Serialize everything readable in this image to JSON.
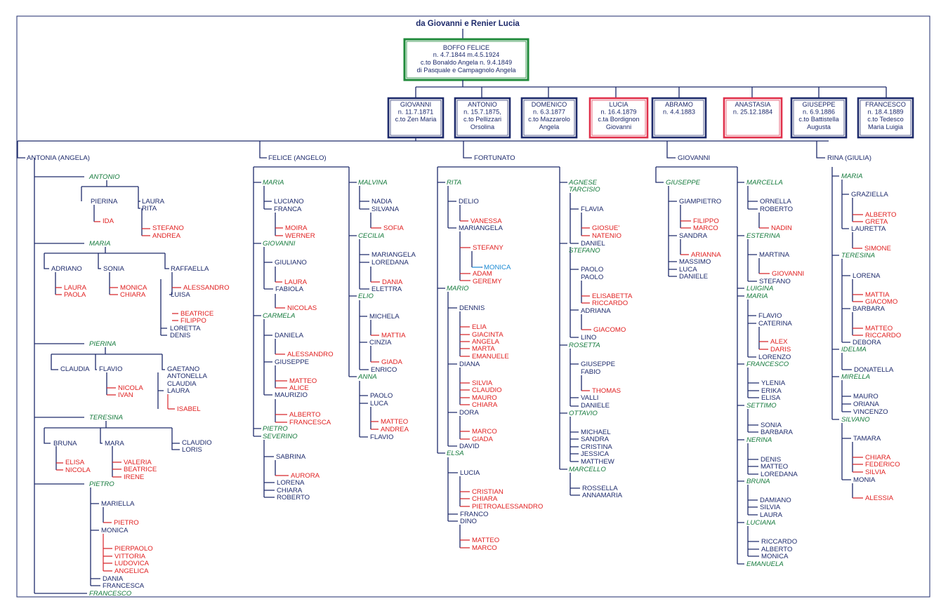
{
  "header": {
    "title": "da Giovanni e Renier Lucia"
  },
  "root": {
    "lines": [
      "BOFFO  FELICE",
      "n. 4.7.1844  m.4.5.1924",
      "c.to Bonaldo Angela n. 9.4.1849",
      "di Pasquale e Campagnolo Angela"
    ]
  },
  "children": [
    {
      "lines": [
        "GIOVANNI",
        "n. 11.7.1871",
        "c.to Zen Maria"
      ],
      "box": "navy"
    },
    {
      "lines": [
        "ANTONIO",
        "n. 15.7.1875,",
        "c.to Pellizzari",
        "Orsolina"
      ],
      "box": "navy"
    },
    {
      "lines": [
        "DOMENICO",
        "n. 6.3.1877",
        "c.to Mazzarolo",
        "Angela"
      ],
      "box": "navy"
    },
    {
      "lines": [
        "LUCIA",
        "n. 16.4.1879",
        "c.ta Bordignon",
        "Giovanni"
      ],
      "box": "red"
    },
    {
      "lines": [
        "ABRAMO",
        "n. 4.4.1883"
      ],
      "box": "navy"
    },
    {
      "lines": [
        "ANASTASIA",
        "n. 25.12.1884"
      ],
      "box": "red"
    },
    {
      "lines": [
        "GIUSEPPE",
        "n. 6.9.1886",
        "c.to Battistella",
        "Augusta"
      ],
      "box": "navy"
    },
    {
      "lines": [
        "FRANCESCO",
        "n. 18.4.1889",
        "c.to Tedesco",
        "Maria Luigia"
      ],
      "box": "navy"
    }
  ],
  "branches": {
    "antonia": {
      "name": "ANTONIA (ANGELA)",
      "antonio": {
        "name": "ANTONIO",
        "pierina": "PIERINA",
        "ida": "IDA",
        "laura": "LAURA",
        "rita": "RITA",
        "stefano": "STEFANO",
        "andrea": "ANDREA"
      },
      "maria": {
        "name": "MARIA",
        "adriano": "ADRIANO",
        "laura": "LAURA",
        "paola": "PAOLA",
        "sonia": "SONIA",
        "monica": "MONICA",
        "chiara": "CHIARA",
        "raffaella": "RAFFAELLA",
        "alessandro": "ALESSANDRO",
        "luisa": "LUISA",
        "beatrice": "BEATRICE",
        "filippo": "FILIPPO",
        "loretta": "LORETTA",
        "denis": "DENIS"
      },
      "pierina": {
        "name": "PIERINA",
        "claudia": "CLAUDIA",
        "flavio": "FLAVIO",
        "nicola": "NICOLA",
        "ivan": "IVAN",
        "gaetano": "GAETANO",
        "antonella": "ANTONELLA",
        "claudia2": "CLAUDIA",
        "laura": "LAURA",
        "isabel": "ISABEL"
      },
      "teresina": {
        "name": "TERESINA",
        "bruna": "BRUNA",
        "elisa": "ELISA",
        "nicola": "NICOLA",
        "mara": "MARA",
        "valeria": "VALERIA",
        "beatrice": "BEATRICE",
        "irene": "IRENE",
        "claudio": "CLAUDIO",
        "loris": "LORIS"
      },
      "pietro": {
        "name": "PIETRO",
        "mariella": "MARIELLA",
        "pietro": "PIETRO",
        "monica": "MONICA",
        "pierpaolo": "PIERPAOLO",
        "vittoria": "VITTORIA",
        "ludovica": "LUDOVICA",
        "angelica": "ANGELICA",
        "dania": "DANIA",
        "francesca": "FRANCESCA"
      },
      "francesco": "FRANCESCO"
    },
    "felice": {
      "name": "FELICE (ANGELO)",
      "maria": {
        "name": "MARIA",
        "luciano": "LUCIANO",
        "franca": "FRANCA",
        "moira": "MOIRA",
        "werner": "WERNER"
      },
      "giovanni": {
        "name": "GIOVANNI",
        "giuliano": "GIULIANO",
        "laura": "LAURA",
        "fabiola": "FABIOLA",
        "nicolas": "NICOLAS"
      },
      "carmela": {
        "name": "CARMELA",
        "daniela": "DANIELA",
        "alessandro": "ALESSANDRO",
        "giuseppe": "GIUSEPPE",
        "matteo": "MATTEO",
        "alice": "ALICE",
        "maurizio": "MAURIZIO",
        "alberto": "ALBERTO",
        "francesca": "FRANCESCA"
      },
      "pietro": "PIETRO",
      "severino": {
        "name": "SEVERINO",
        "sabrina": "SABRINA",
        "aurora": "AURORA",
        "lorena": "LORENA",
        "chiara": "CHIARA",
        "roberto": "ROBERTO"
      },
      "malvina": {
        "name": "MALVINA",
        "nadia": "NADIA",
        "silvana": "SILVANA",
        "sofia": "SOFIA"
      },
      "cecilia": {
        "name": "CECILIA",
        "mariangela": "MARIANGELA",
        "loredana": "LOREDANA",
        "dania": "DANIA",
        "elettra": "ELETTRA"
      },
      "elio": {
        "name": "ELIO",
        "michela": "MICHELA",
        "mattia": "MATTIA",
        "cinzia": "CINZIA",
        "giada": "GIADA",
        "enrico": "ENRICO"
      },
      "anna": {
        "name": "ANNA",
        "paolo": "PAOLO",
        "luca": "LUCA",
        "matteo": "MATTEO",
        "andrea": "ANDREA",
        "flavio": "FLAVIO"
      }
    },
    "fortunato": {
      "name": "FORTUNATO",
      "rita": {
        "name": "RITA",
        "delio": "DELIO",
        "vanessa": "VANESSA",
        "mariangela": "MARIANGELA",
        "stefany": "STEFANY",
        "monica": "MONICA",
        "adam": "ADAM",
        "geremy": "GEREMY"
      },
      "mario": {
        "name": "MARIO",
        "dennis": "DENNIS",
        "elia": "ELIA",
        "giacinta": "GIACINTA",
        "angela": "ANGELA",
        "marta": "MARTA",
        "emanuele": "EMANUELE",
        "diana": "DIANA",
        "silvia": "SILVIA",
        "claudio": "CLAUDIO",
        "mauro": "MAURO",
        "chiara": "CHIARA",
        "dora": "DORA",
        "marco": "MARCO",
        "giada": "GIADA",
        "david": "DAVID"
      },
      "elsa": {
        "name": "ELSA",
        "lucia": "LUCIA",
        "cristian": "CRISTIAN",
        "chiara": "CHIARA",
        "pietroalessandro": "PIETROALESSANDRO",
        "franco": "FRANCO",
        "dino": "DINO",
        "matteo": "MATTEO",
        "marco": "MARCO"
      },
      "agnese": "AGNESE",
      "tarcisio": {
        "name": "TARCISIO",
        "flavia": "FLAVIA",
        "giosue": "GIOSUE'",
        "natenio": "NATENIO",
        "daniel": "DANIEL"
      },
      "stefano": {
        "name": "STEFANO",
        "paolo1": "PAOLO",
        "paolo2": "PAOLO",
        "elisabetta": "ELISABETTA",
        "riccardo": "RICCARDO",
        "adriana": "ADRIANA",
        "giacomo": "GIACOMO",
        "lino": "LINO"
      },
      "rosetta": {
        "name": "ROSETTA",
        "giuseppe": "GIUSEPPE",
        "fabio": "FABIO",
        "thomas": "THOMAS",
        "valli": "VALLI",
        "daniele": "DANIELE"
      },
      "ottavio": {
        "name": "OTTAVIO",
        "michael": "MICHAEL",
        "sandra": "SANDRA",
        "cristina": "CRISTINA",
        "jessica": "JESSICA",
        "matthew": "MATTHEW"
      },
      "marcello": {
        "name": "MARCELLO",
        "rossella": "ROSSELLA",
        "annamaria": "ANNAMARIA"
      }
    },
    "giovanni": {
      "name": "GIOVANNI",
      "giuseppe": {
        "name": "GIUSEPPE",
        "giampietro": "GIAMPIETRO",
        "filippo": "FILIPPO",
        "marco": "MARCO",
        "sandra": "SANDRA",
        "arianna": "ARIANNA",
        "massimo": "MASSIMO",
        "luca": "LUCA",
        "daniele": "DANIELE"
      },
      "marcella": {
        "name": "MARCELLA",
        "ornella": "ORNELLA",
        "roberto": "ROBERTO",
        "nadin": "NADIN"
      },
      "esterina": {
        "name": "ESTERINA",
        "martina": "MARTINA",
        "giovanni": "GIOVANNI",
        "stefano": "STEFANO"
      },
      "luigina": "LUIGINA",
      "maria": {
        "name": "MARIA",
        "flavio": "FLAVIO",
        "caterina": "CATERINA",
        "alex": "ALEX",
        "daris": "DARIS",
        "lorenzo": "LORENZO"
      },
      "francesco": {
        "name": "FRANCESCO",
        "ylenia": "YLENIA",
        "erika": "ERIKA",
        "elisa": "ELISA"
      },
      "settimo": {
        "name": "SETTIMO",
        "sonia": "SONIA",
        "barbara": "BARBARA"
      },
      "nerina": {
        "name": "NERINA",
        "denis": "DENIS",
        "matteo": "MATTEO",
        "loredana": "LOREDANA"
      },
      "bruna": {
        "name": "BRUNA",
        "damiano": "DAMIANO",
        "silvia": "SILVIA",
        "laura": "LAURA"
      },
      "luciana": {
        "name": "LUCIANA",
        "riccardo": "RICCARDO",
        "alberto": "ALBERTO",
        "monica": "MONICA"
      },
      "emanuela": "EMANUELA"
    },
    "rina": {
      "name": "RINA (GIULIA)",
      "maria": {
        "name": "MARIA",
        "graziella": "GRAZIELLA",
        "alberto": "ALBERTO",
        "greta": "GRETA",
        "lauretta": "LAURETTA",
        "simone": "SIMONE"
      },
      "teresina": {
        "name": "TERESINA",
        "lorena": "LORENA",
        "mattia": "MATTIA",
        "giacomo": "GIACOMO",
        "barbara": "BARBARA",
        "matteo": "MATTEO",
        "riccardo": "RICCARDO",
        "debora": "DEBORA"
      },
      "idelma": {
        "name": "IDELMA",
        "donatella": "DONATELLA"
      },
      "mirella": {
        "name": "MIRELLA",
        "mauro": "MAURO",
        "oriana": "ORIANA",
        "vincenzo": "VINCENZO"
      },
      "silvano": {
        "name": "SILVANO",
        "tamara": "TAMARA",
        "chiara": "CHIARA",
        "federico": "FEDERICO",
        "silvia": "SILVIA",
        "monia": "MONIA",
        "alessia": "ALESSIA"
      }
    }
  },
  "colors": {
    "navy": "#1d2a6b",
    "green": "#157a3c",
    "red": "#e02020",
    "blue": "#1a8ad4",
    "root_box": "#1f8a3a"
  }
}
